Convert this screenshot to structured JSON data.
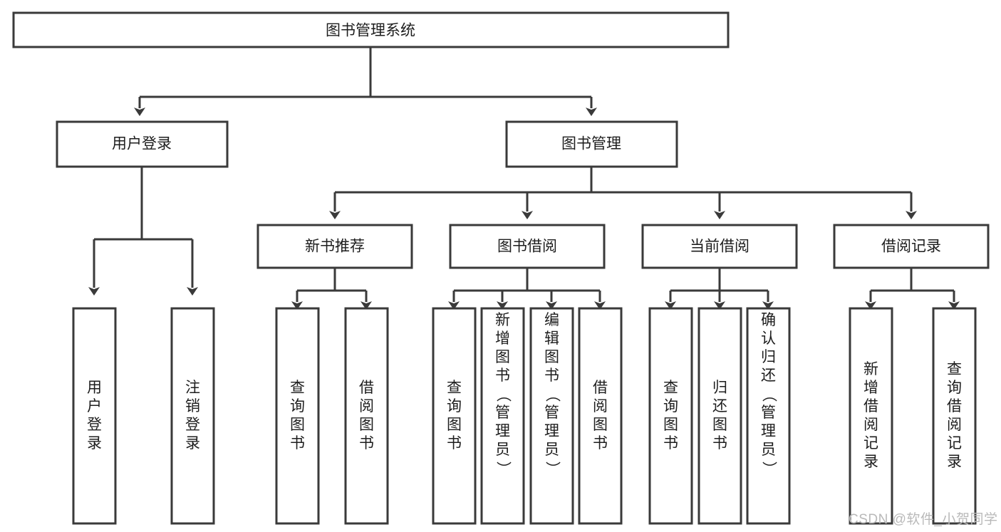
{
  "diagram": {
    "type": "tree-hierarchy",
    "title": "图书管理系统",
    "watermark": "CSDN @软件_小贺同学",
    "colors": {
      "stroke": "#3a3a3a",
      "box_fill": "#ffffff",
      "text": "#1d1d1d",
      "watermark": "#b9b9b9",
      "background": "#ffffff"
    },
    "levels": {
      "root": {
        "label": "图书管理系统"
      },
      "level2": [
        {
          "label": "用户登录"
        },
        {
          "label": "图书管理"
        }
      ],
      "level3": [
        {
          "label": "新书推荐"
        },
        {
          "label": "图书借阅"
        },
        {
          "label": "当前借阅"
        },
        {
          "label": "借阅记录"
        }
      ],
      "leaves": {
        "user_login": [
          {
            "label": "用户登录"
          },
          {
            "label": "注销登录"
          }
        ],
        "new_book_recommend": [
          {
            "label": "查询图书"
          },
          {
            "label": "借阅图书"
          }
        ],
        "book_borrow": [
          {
            "label": "查询图书"
          },
          {
            "label": "新增图书（管理员）"
          },
          {
            "label": "编辑图书（管理员）"
          },
          {
            "label": "借阅图书"
          }
        ],
        "current_borrow": [
          {
            "label": "查询图书"
          },
          {
            "label": "归还图书"
          },
          {
            "label": "确认归还（管理员）"
          }
        ],
        "borrow_record": [
          {
            "label": "新增借阅记录"
          },
          {
            "label": "查询借阅记录"
          }
        ]
      }
    }
  }
}
